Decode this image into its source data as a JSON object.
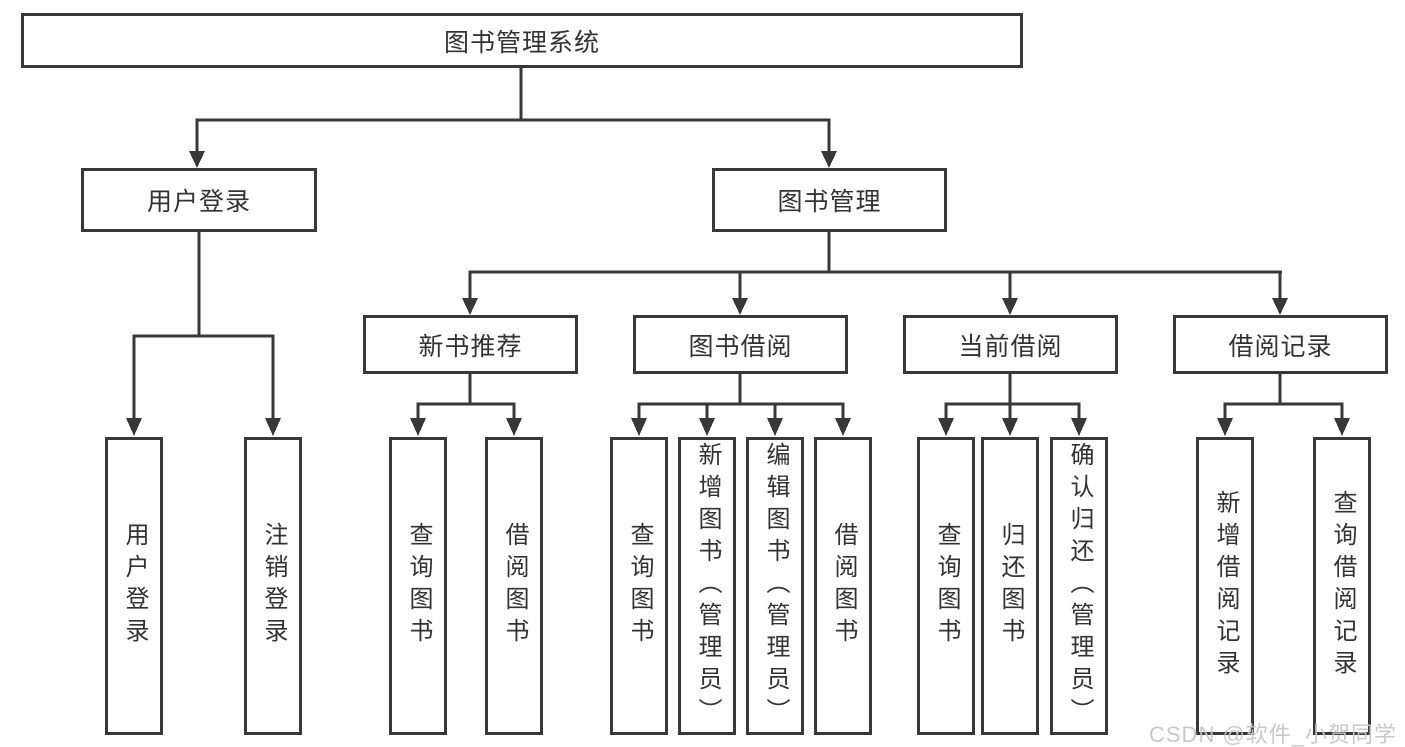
{
  "diagram": {
    "title": "图书管理系统",
    "level2": [
      {
        "label": "用户登录"
      },
      {
        "label": "图书管理"
      }
    ],
    "level3": [
      {
        "label": "新书推荐",
        "parent": "图书管理"
      },
      {
        "label": "图书借阅",
        "parent": "图书管理"
      },
      {
        "label": "当前借阅",
        "parent": "图书管理"
      },
      {
        "label": "借阅记录",
        "parent": "图书管理"
      }
    ],
    "leaves": [
      {
        "label": "用户登录",
        "parent": "用户登录"
      },
      {
        "label": "注销登录",
        "parent": "用户登录"
      },
      {
        "label": "查询图书",
        "parent": "新书推荐"
      },
      {
        "label": "借阅图书",
        "parent": "新书推荐"
      },
      {
        "label": "查询图书",
        "parent": "图书借阅"
      },
      {
        "label": "新增图书（管理员）",
        "parent": "图书借阅"
      },
      {
        "label": "编辑图书（管理员）",
        "parent": "图书借阅"
      },
      {
        "label": "借阅图书",
        "parent": "图书借阅"
      },
      {
        "label": "查询图书",
        "parent": "当前借阅"
      },
      {
        "label": "归还图书",
        "parent": "当前借阅"
      },
      {
        "label": "确认归还（管理员）",
        "parent": "当前借阅"
      },
      {
        "label": "新增借阅记录",
        "parent": "借阅记录"
      },
      {
        "label": "查询借阅记录",
        "parent": "借阅记录"
      }
    ],
    "colors": {
      "line": "#383838",
      "text": "#333333",
      "background": "#ffffff"
    }
  },
  "watermark": "CSDN @软件_小贺同学"
}
